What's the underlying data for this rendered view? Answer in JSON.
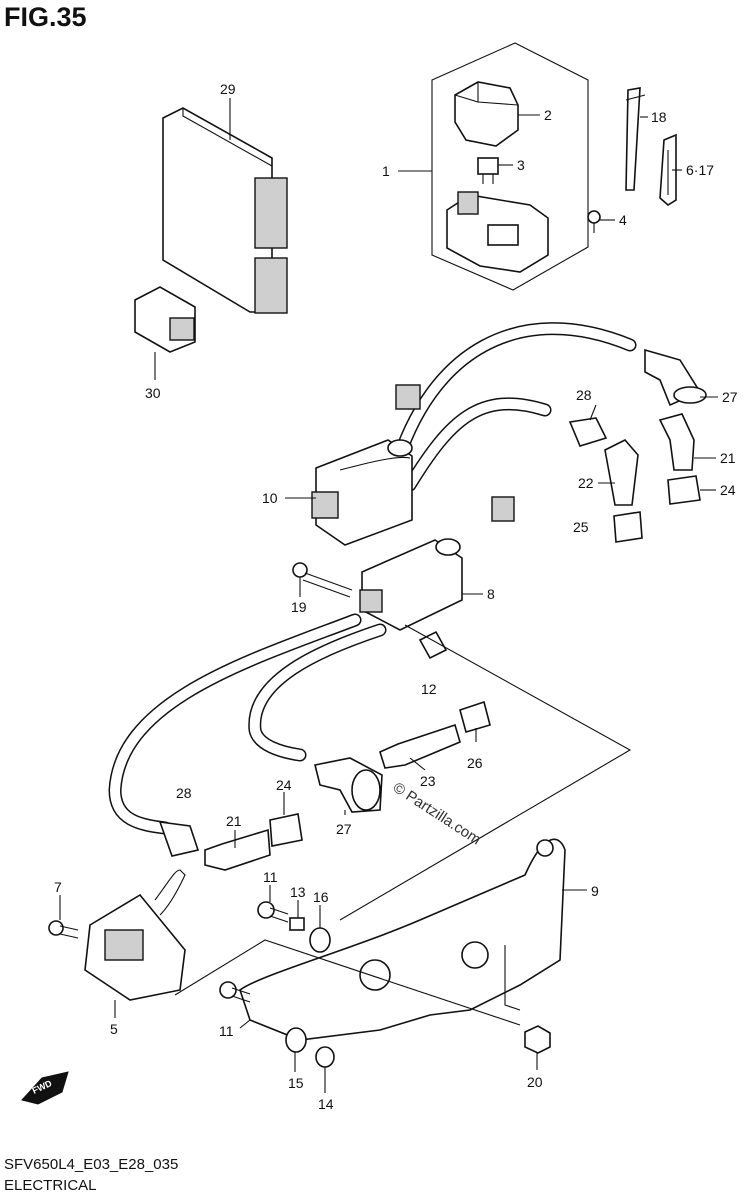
{
  "header": {
    "figure_title": "FIG.35"
  },
  "footer": {
    "code": "SFV650L4_E03_E28_035",
    "section": "ELECTRICAL"
  },
  "watermark": "© Partzilla.com",
  "callouts": {
    "c1": "1",
    "c2": "2",
    "c3": "3",
    "c4": "4",
    "c5": "5",
    "c6_17": "6·17",
    "c7": "7",
    "c8": "8",
    "c9": "9",
    "c10": "10",
    "c11a": "11",
    "c11b": "11",
    "c12": "12",
    "c13": "13",
    "c14": "14",
    "c15": "15",
    "c16": "16",
    "c18": "18",
    "c19": "19",
    "c20": "20",
    "c21a": "21",
    "c21b": "21",
    "c22": "22",
    "c23": "23",
    "c24a": "24",
    "c24b": "24",
    "c25": "25",
    "c26": "26",
    "c27a": "27",
    "c27b": "27",
    "c28a": "28",
    "c28b": "28",
    "c29": "29",
    "c30": "30"
  },
  "icons": {
    "forward_arrow": "fwd-arrow-icon",
    "forward_label": "FWD"
  }
}
